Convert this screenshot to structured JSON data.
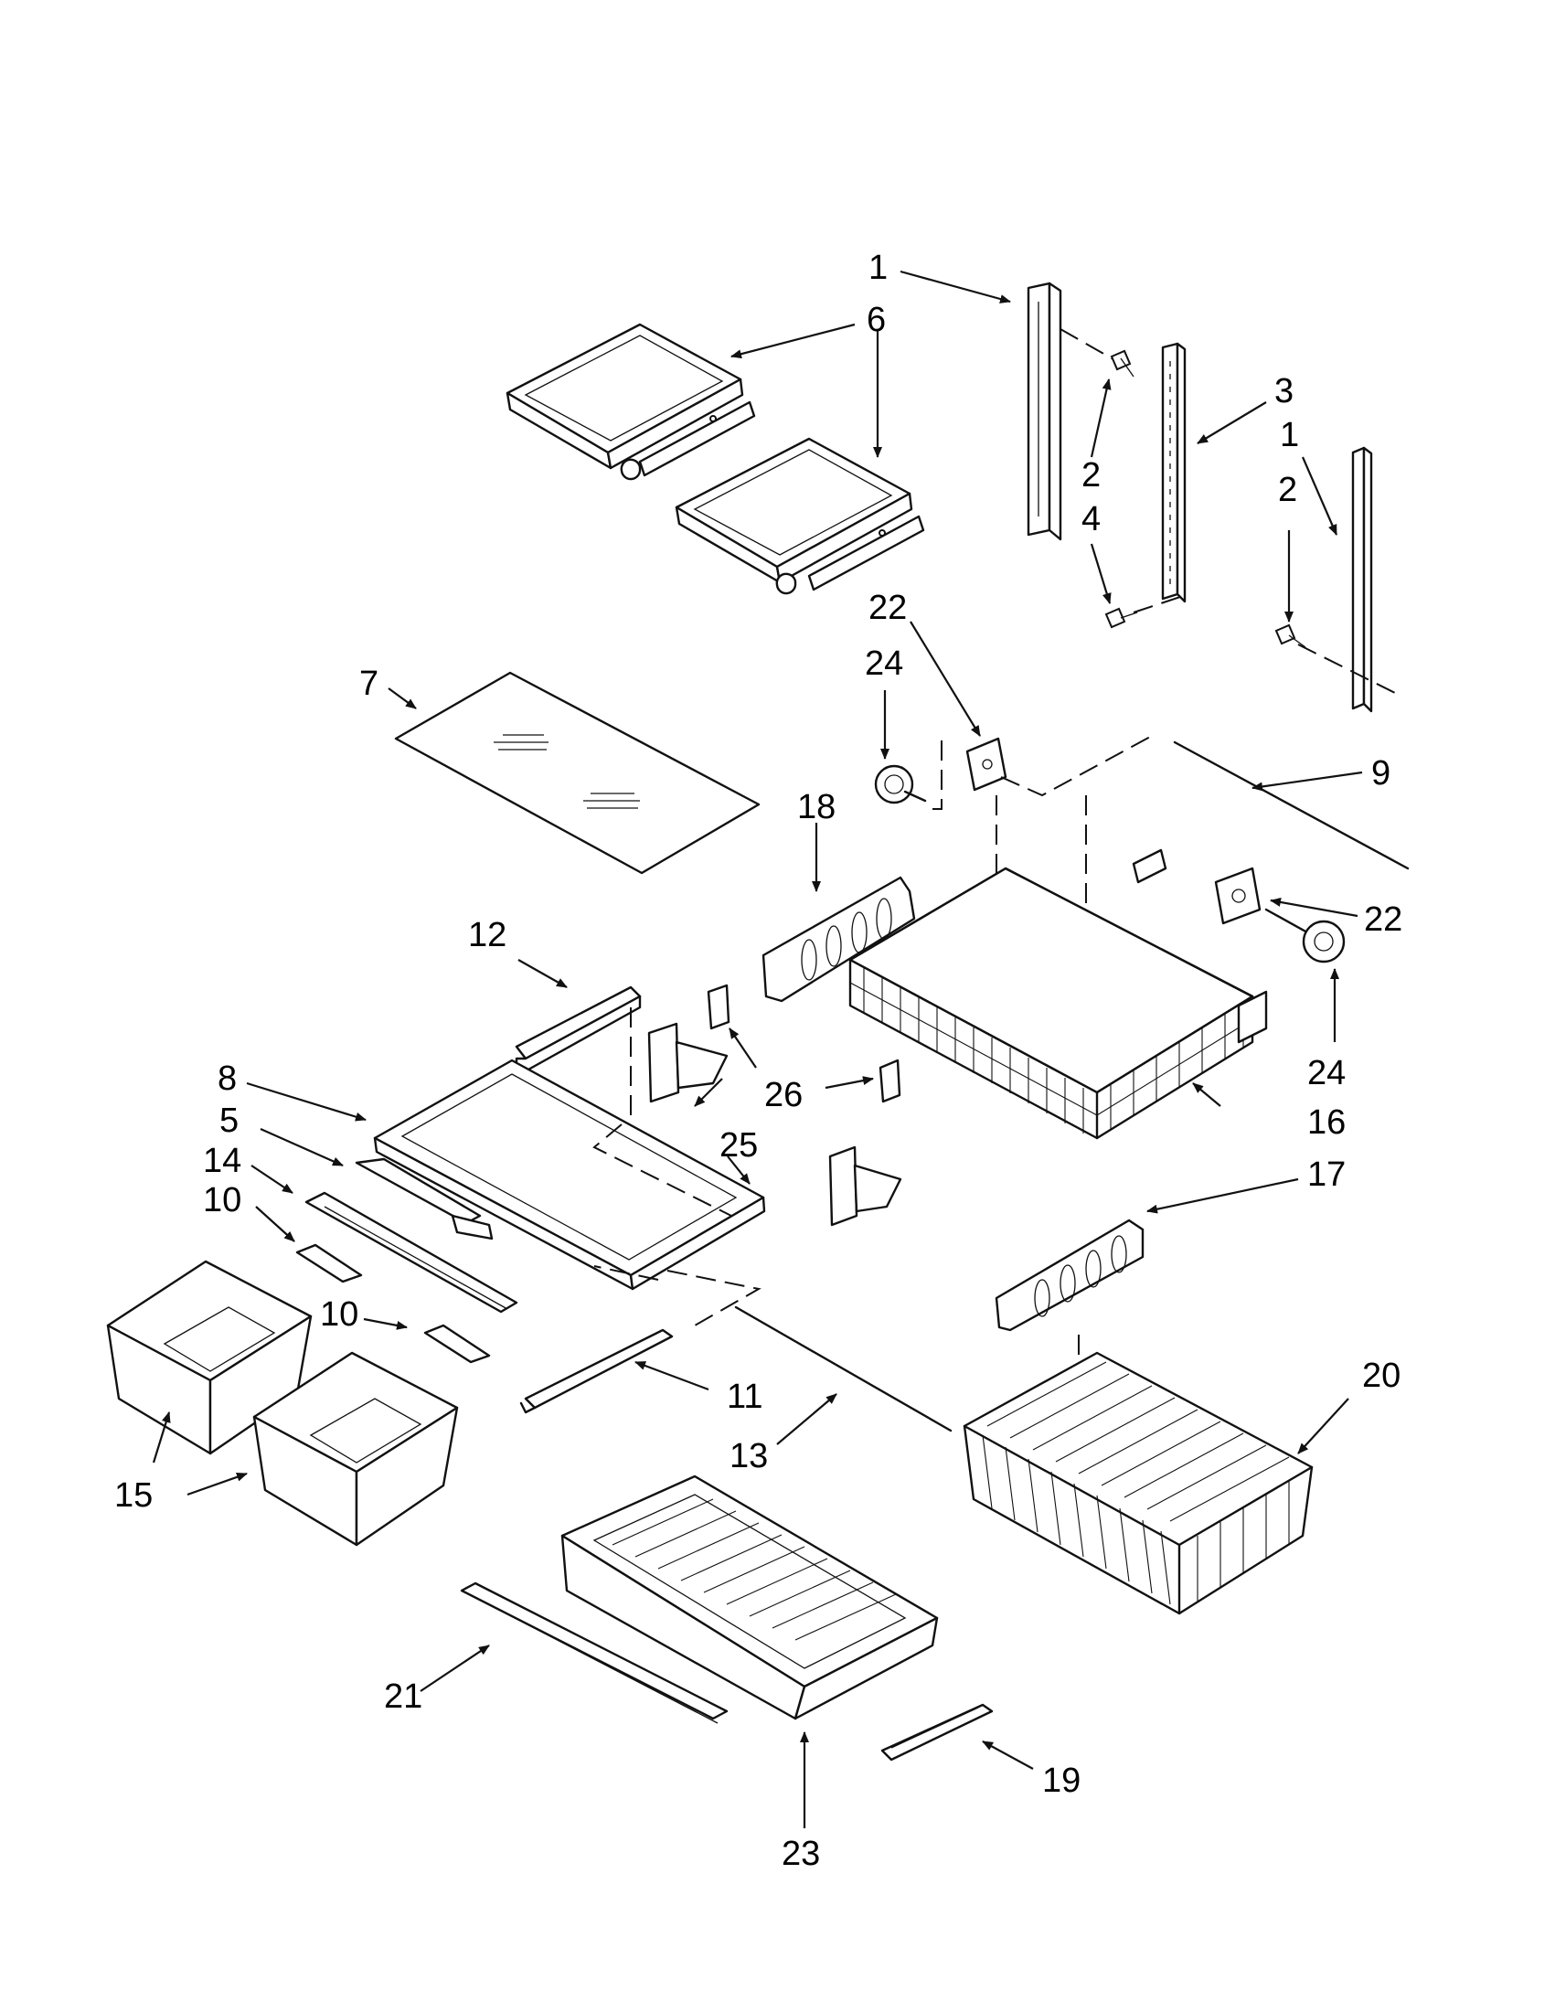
{
  "callouts": [
    {
      "key": "c1a",
      "label": "1"
    },
    {
      "key": "c6",
      "label": "6"
    },
    {
      "key": "c3",
      "label": "3"
    },
    {
      "key": "c1b",
      "label": "1"
    },
    {
      "key": "c2a",
      "label": "2"
    },
    {
      "key": "c4",
      "label": "4"
    },
    {
      "key": "c2b",
      "label": "2"
    },
    {
      "key": "c22a",
      "label": "22"
    },
    {
      "key": "c24a",
      "label": "24"
    },
    {
      "key": "c7",
      "label": "7"
    },
    {
      "key": "c9",
      "label": "9"
    },
    {
      "key": "c18",
      "label": "18"
    },
    {
      "key": "c22b",
      "label": "22"
    },
    {
      "key": "c12",
      "label": "12"
    },
    {
      "key": "c24b",
      "label": "24"
    },
    {
      "key": "c8",
      "label": "8"
    },
    {
      "key": "c26",
      "label": "26"
    },
    {
      "key": "c16",
      "label": "16"
    },
    {
      "key": "c5",
      "label": "5"
    },
    {
      "key": "c25",
      "label": "25"
    },
    {
      "key": "c14",
      "label": "14"
    },
    {
      "key": "c17",
      "label": "17"
    },
    {
      "key": "c10a",
      "label": "10"
    },
    {
      "key": "c10b",
      "label": "10"
    },
    {
      "key": "c20",
      "label": "20"
    },
    {
      "key": "c11",
      "label": "11"
    },
    {
      "key": "c13",
      "label": "13"
    },
    {
      "key": "c15",
      "label": "15"
    },
    {
      "key": "c21",
      "label": "21"
    },
    {
      "key": "c19",
      "label": "19"
    },
    {
      "key": "c23",
      "label": "23"
    }
  ]
}
